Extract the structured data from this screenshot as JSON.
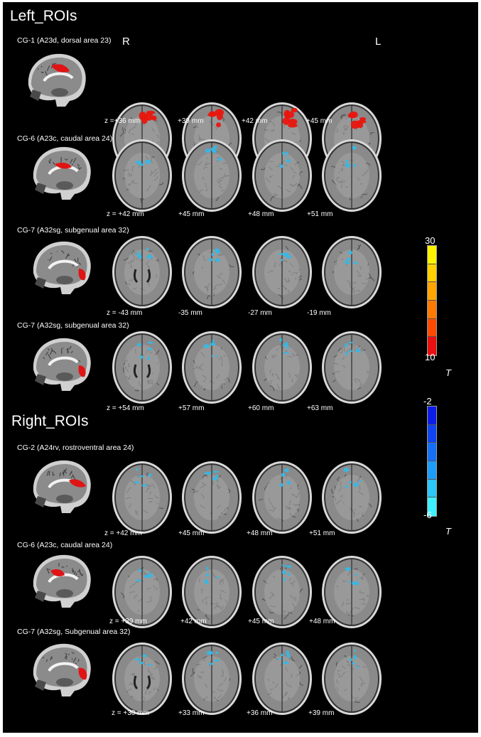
{
  "orientation": {
    "right": "R",
    "left": "L"
  },
  "groups": [
    {
      "title": "Left_ROIs",
      "rois": [
        {
          "label": "CG-1  (A23d, dorsal area 23)",
          "hemisphere": "left",
          "cluster_color": "#e8160e",
          "slices": [
            "z =+36 mm",
            "+39 mm",
            "+42 mm",
            "+45 mm"
          ]
        },
        {
          "label": "CG-6  (A23c, caudal area 24)",
          "hemisphere": "left",
          "cluster_color": "#35b8e6",
          "slices": [
            "z = +42 mm",
            "+45 mm",
            "+48 mm",
            "+51 mm"
          ]
        },
        {
          "label": "CG-7 (A32sg, subgenual area 32)",
          "hemisphere": "left",
          "cluster_color": "#35b8e6",
          "slices": [
            "z = -43 mm",
            "-35 mm",
            "-27 mm",
            "-19 mm"
          ]
        },
        {
          "label": "CG-7 (A32sg, subgenual area 32)",
          "hemisphere": "left",
          "cluster_color": "#35b8e6",
          "slices": [
            "z = +54 mm",
            "+57 mm",
            "+60 mm",
            "+63 mm"
          ]
        }
      ]
    },
    {
      "title": "Right_ROIs",
      "rois": [
        {
          "label": "CG-2  (A24rv, rostroventral area 24)",
          "hemisphere": "right",
          "cluster_color": "#35b8e6",
          "slices": [
            "z = +42 mm",
            "+45 mm",
            "+48 mm",
            "+51 mm"
          ]
        },
        {
          "label": "CG-6 (A23c, caudal area 24)",
          "hemisphere": "right",
          "cluster_color": "#35b8e6",
          "slices": [
            "z = +39 mm",
            "+42 mm",
            "+45 mm",
            "+48 mm"
          ]
        },
        {
          "label": "CG-7  (A32sg, Subgenual area 32)",
          "hemisphere": "right",
          "cluster_color": "#35b8e6",
          "slices": [
            "z = +30 mm",
            "+33 mm",
            "+36 mm",
            "+39 mm"
          ]
        }
      ]
    }
  ],
  "colorbars": [
    {
      "name": "positive",
      "max_label": "30",
      "min_label": "10",
      "unit": "T",
      "colors": [
        "#fff200",
        "#ffd000",
        "#ffa500",
        "#ff7a00",
        "#ff4a00",
        "#e81010"
      ]
    },
    {
      "name": "negative",
      "max_label": "-2",
      "min_label": "-6",
      "unit": "T",
      "colors": [
        "#0a1ee6",
        "#0f44f0",
        "#1670f5",
        "#1f9cf7",
        "#2cc6f8",
        "#3ff0ff"
      ]
    }
  ],
  "colors": {
    "background": "#000000",
    "text": "#ffffff",
    "roi_fill": "#e01414"
  }
}
